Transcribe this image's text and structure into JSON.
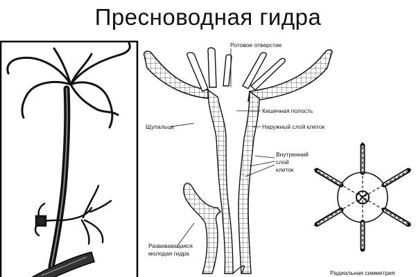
{
  "title": "Пресноводная гидра",
  "labels": {
    "mouth": "Ротовое отверстие",
    "gut": "Кишечная полость",
    "outer_layer": "Наружный слой клеток",
    "inner_layer_1": "Внутренний",
    "inner_layer_2": "слой",
    "inner_layer_3": "клеток",
    "tentacles": "Щупальца",
    "bud_1": "Развивающаяся",
    "bud_2": "молодая гидра",
    "symmetry": "Радиальная симметрия"
  }
}
